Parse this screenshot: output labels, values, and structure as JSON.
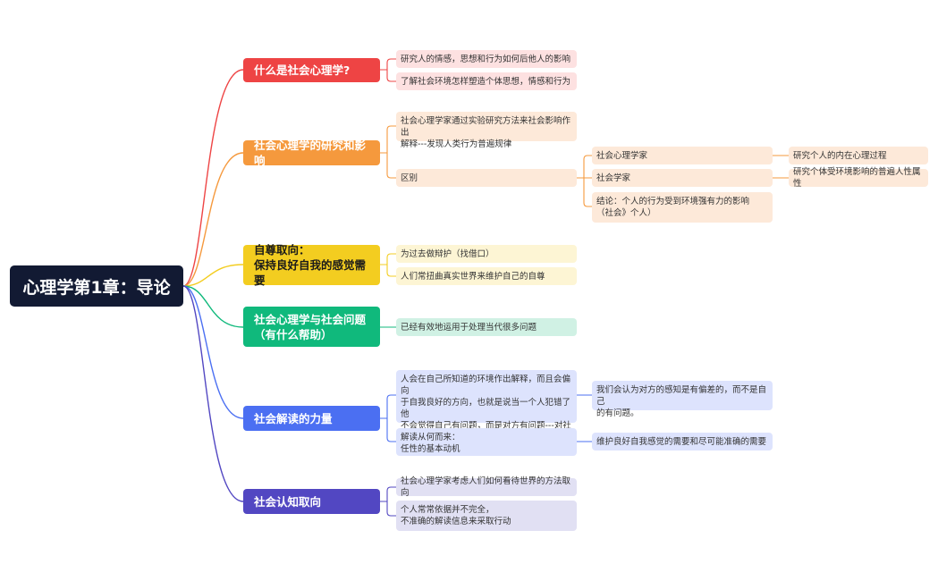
{
  "root": "心理学第1章：导论",
  "colors": {
    "red": "#ee4444",
    "orange": "#f5993d",
    "yellow": "#f3cd20",
    "green": "#10b97c",
    "blue": "#4b6ff2",
    "indigo": "#5247c2"
  },
  "branches": [
    {
      "label": "什么是社会心理学?",
      "children": [
        "研究人的情感，思想和行为如何后他人的影响",
        "了解社会环境怎样塑造个体思想，情感和行为"
      ]
    },
    {
      "label": "社会心理学的研究和影响",
      "children": [
        "社会心理学家通过实验研究方法来社会影响作出\n解释---发现人类行为普遍规律",
        "区别"
      ],
      "grandchildren": [
        "社会心理学家",
        "社会学家",
        "结论：个人的行为受到环境强有力的影响\n（社会》个人）"
      ],
      "great": [
        "研究个人的内在心理过程",
        "研究个体受环境影响的普遍人性属性"
      ]
    },
    {
      "label": "自尊取向：\n保持良好自我的感觉需要",
      "children": [
        "为过去做辩护（找借口）",
        "人们常扭曲真实世界来维护自己的自尊"
      ]
    },
    {
      "label": "社会心理学与社会问题\n（有什么帮助）",
      "children": [
        "已经有效地运用于处理当代很多问题"
      ]
    },
    {
      "label": "社会解读的力量",
      "children": [
        "人会在自己所知道的环境作出解释，而且会偏向\n于自我良好的方向，也就是说当一个人犯错了他\n不会觉得自己有问题，而是对方有问题---对社\n会的解读",
        "解读从何而来：\n任性的基本动机"
      ],
      "grandchildren": [
        "我们会认为对方的感知是有偏差的，而不是自己\n的有问题。",
        "维护良好自我感觉的需要和尽可能准确的需要"
      ]
    },
    {
      "label": "社会认知取向",
      "children": [
        "社会心理学家考虑人们如何看待世界的方法取向",
        "个人常常依据并不完全，\n不准确的解读信息来采取行动"
      ]
    }
  ]
}
